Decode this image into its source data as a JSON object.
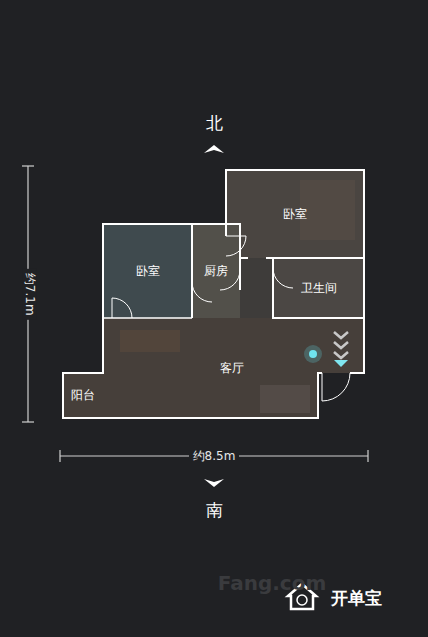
{
  "diagram": {
    "nodes": [
      {
        "text": [
          "卧室"
        ]
      },
      {
        "text": [
          "卧室"
        ]
      },
      {
        "text": [
          "厨房"
        ]
      },
      {
        "text": [
          "卫生间"
        ]
      },
      {
        "text": [
          "客厅"
        ]
      },
      {
        "text": [
          "阳台"
        ]
      }
    ],
    "labels": [
      "北",
      "约7.1m",
      "约8.5m",
      "南",
      "Fang.com",
      "开单宝"
    ]
  }
}
